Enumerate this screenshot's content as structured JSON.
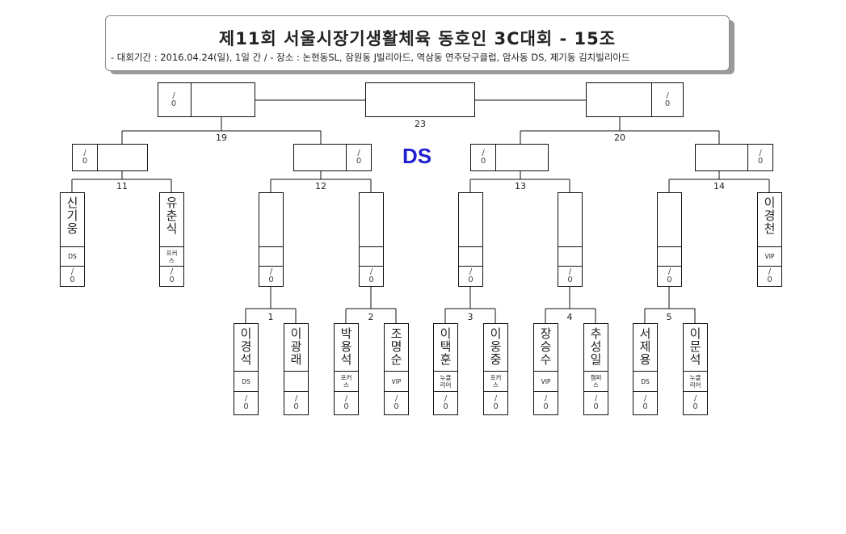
{
  "header": {
    "title": "제11회 서울시장기생활체육 동호인 3C대회 - 15조",
    "subtitle": "- 대회기간 : 2016.04.24(일), 1일 간 / - 장소 : 논현동SL, 잠원동 J빌리아드, 역삼동 연주당구클럽, 암사동 DS, 제기동 김치빌리아드"
  },
  "highlight": "DS",
  "match_labels": {
    "m1": "1",
    "m2": "2",
    "m3": "3",
    "m4": "4",
    "m5": "5",
    "m11": "11",
    "m12": "12",
    "m13": "13",
    "m14": "14",
    "m19": "19",
    "m20": "20",
    "m23": "23"
  },
  "score": "/\n0",
  "players": [
    {
      "name": "신\n기\n웅",
      "club": "DS"
    },
    {
      "name": "유\n춘\n식",
      "club": "프커\n스"
    },
    {
      "name": "이\n경\n천",
      "club": "VIP"
    },
    {
      "name": "이\n경\n석",
      "club": "DS"
    },
    {
      "name": "이\n광\n래",
      "club": ""
    },
    {
      "name": "박\n용\n석",
      "club": "포커\n스"
    },
    {
      "name": "조\n명\n순",
      "club": "VIP"
    },
    {
      "name": "이\n택\n훈",
      "club": "누클\n리어"
    },
    {
      "name": "이\n웅\n중",
      "club": "포커\n스"
    },
    {
      "name": "장\n승\n수",
      "club": "VIP"
    },
    {
      "name": "추\n성\n일",
      "club": "캠퍼\n스"
    },
    {
      "name": "서\n제\n용",
      "club": "DS"
    },
    {
      "name": "이\n문\n석",
      "club": "누클\n리어"
    }
  ]
}
